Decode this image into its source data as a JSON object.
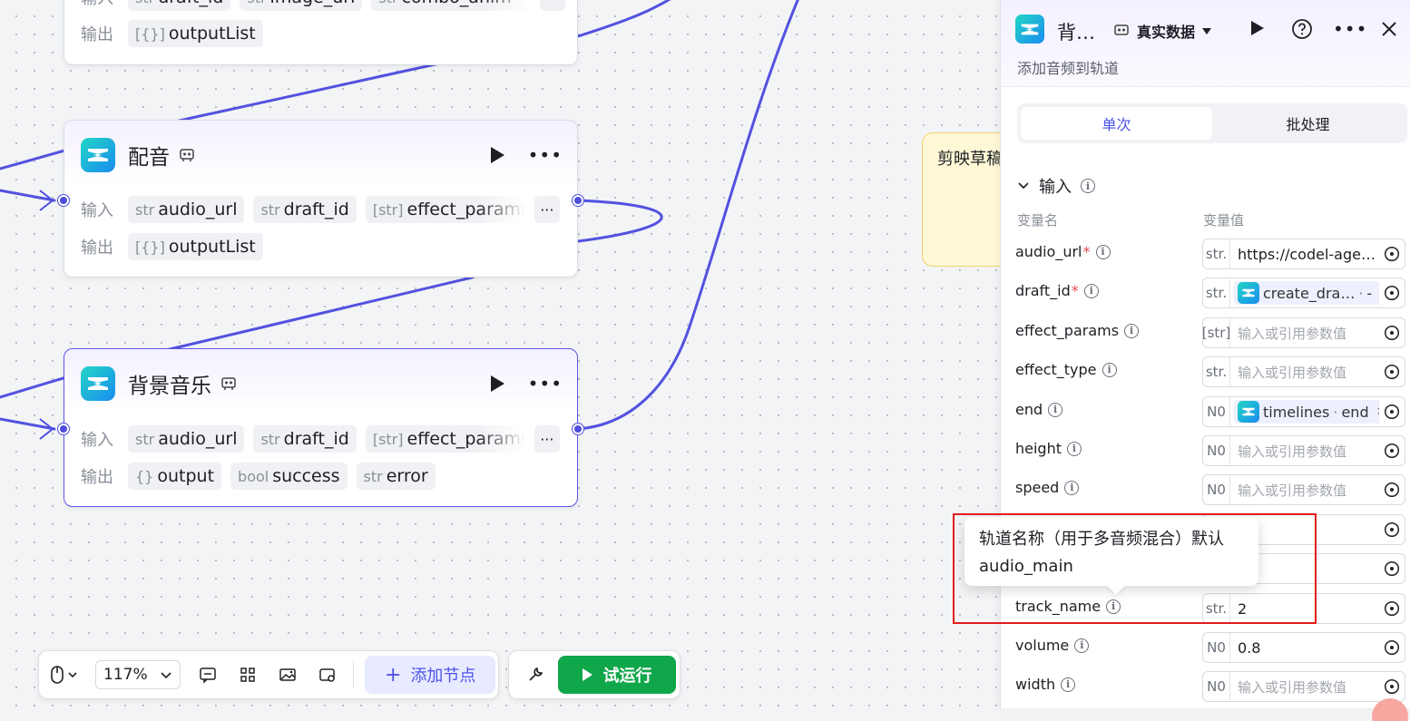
{
  "nodes": [
    {
      "title": "",
      "input_label": "输入",
      "output_label": "输出",
      "inputs": [
        {
          "type": "str",
          "name": "draft_id"
        },
        {
          "type": "str",
          "name": "image_url"
        },
        {
          "type": "str",
          "name": "combo_anim"
        }
      ],
      "outputs": [
        {
          "type": "[{}]",
          "name": "outputList"
        }
      ]
    },
    {
      "title": "配音",
      "input_label": "输入",
      "output_label": "输出",
      "inputs": [
        {
          "type": "str",
          "name": "audio_url"
        },
        {
          "type": "str",
          "name": "draft_id"
        },
        {
          "type": "[str]",
          "name": "effect_params"
        }
      ],
      "outputs": [
        {
          "type": "[{}]",
          "name": "outputList"
        }
      ]
    },
    {
      "title": "背景音乐",
      "input_label": "输入",
      "output_label": "输出",
      "inputs": [
        {
          "type": "str",
          "name": "audio_url"
        },
        {
          "type": "str",
          "name": "draft_id"
        },
        {
          "type": "[str]",
          "name": "effect_params"
        }
      ],
      "outputs": [
        {
          "type": "{}",
          "name": "output"
        },
        {
          "type": "bool",
          "name": "success"
        },
        {
          "type": "str",
          "name": "error"
        }
      ]
    }
  ],
  "note": {
    "text": "剪映草稿"
  },
  "toolbar": {
    "zoom": "117%",
    "add_node": "添加节点",
    "run": "试运行",
    "icons": [
      "mouse-icon",
      "comment-icon",
      "layout-icon",
      "image-icon",
      "minimap-icon",
      "wrench-icon"
    ]
  },
  "panel": {
    "title": "背…",
    "data_mode": "真实数据",
    "subtitle": "添加音频到轨道",
    "tabs": [
      "单次",
      "批处理"
    ],
    "section": "输入",
    "col_name": "变量名",
    "col_value": "变量值",
    "params": [
      {
        "name": "audio_url",
        "required": true,
        "type": "str.",
        "value": "https://codel-age…",
        "kind": "value"
      },
      {
        "name": "draft_id",
        "required": true,
        "type": "str.",
        "value": "create_dra…",
        "ref_suffix": "-",
        "kind": "ref"
      },
      {
        "name": "effect_params",
        "required": false,
        "type": "[str]",
        "value": "输入或引用参数值",
        "kind": "placeholder"
      },
      {
        "name": "effect_type",
        "required": false,
        "type": "str.",
        "value": "输入或引用参数值",
        "kind": "placeholder"
      },
      {
        "name": "end",
        "required": false,
        "type": "N0",
        "value": "timelines",
        "ref_suffix": "end",
        "kind": "ref"
      },
      {
        "name": "height",
        "required": false,
        "type": "N0",
        "value": "输入或引用参数值",
        "kind": "placeholder"
      },
      {
        "name": "speed",
        "required": false,
        "type": "N0",
        "value": "输入或引用参数值",
        "kind": "placeholder"
      },
      {
        "name": "",
        "required": false,
        "type": "",
        "value": "",
        "kind": "hidden"
      },
      {
        "name": "",
        "required": false,
        "type": "",
        "value": "",
        "kind": "hidden"
      },
      {
        "name": "track_name",
        "required": false,
        "type": "str.",
        "value": "2",
        "kind": "value"
      },
      {
        "name": "volume",
        "required": false,
        "type": "N0",
        "value": "0.8",
        "kind": "value"
      },
      {
        "name": "width",
        "required": false,
        "type": "N0",
        "value": "输入或引用参数值",
        "kind": "placeholder"
      }
    ]
  },
  "tooltip": {
    "line1": "轨道名称（用于多音频混合）默认",
    "line2": "audio_main"
  },
  "colors": {
    "accent": "#4d53e8",
    "wire": "#4e4ee0",
    "run": "#10a64a",
    "highlight": "#e21c1c"
  }
}
